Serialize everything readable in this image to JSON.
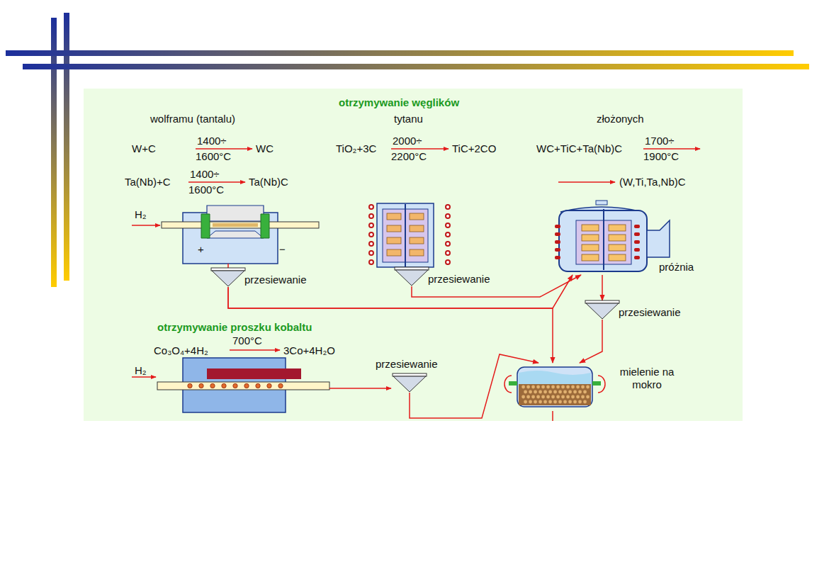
{
  "diagram": {
    "title": "otrzymywanie węglików",
    "nodes": [
      {
        "text": [
          "przesiewanie"
        ]
      },
      {
        "text": [
          "przesiewanie"
        ]
      },
      {
        "text": [
          "próżnia"
        ]
      },
      {
        "text": [
          "przesiewanie"
        ]
      },
      {
        "text": [
          "przesiewanie"
        ]
      },
      {
        "text": [
          "mielenie na mokro"
        ]
      }
    ],
    "edges": [
      {
        "from": 0,
        "to": 2,
        "arrow": "to"
      },
      {
        "from": 0,
        "to": 5,
        "arrow": "to"
      },
      {
        "from": 1,
        "to": 2,
        "arrow": "to"
      },
      {
        "from": 2,
        "to": 3,
        "arrow": "to"
      },
      {
        "from": 3,
        "to": 5,
        "arrow": "to"
      },
      {
        "from": 4,
        "to": 5,
        "arrow": "to"
      }
    ],
    "labels": [
      "wolframu (tantalu)",
      "tytanu",
      "złożonych",
      "W+C",
      "1400÷",
      "1600°C",
      "WC",
      "Ta(Nb)+C",
      "1400÷",
      "1600°C",
      "Ta(Nb)C",
      "TiO₂+3C",
      "2000÷",
      "2200°C",
      "TiC+2CO",
      "WC+TiC+Ta(Nb)C",
      "1700÷",
      "1900°C",
      "(W,Ti,Ta,Nb)C",
      "H₂",
      "+",
      "−",
      "otrzymywanie proszku kobaltu",
      "Co₃O₄+4H₂",
      "700°C",
      "3Co+4H₂O",
      "H₂"
    ]
  }
}
